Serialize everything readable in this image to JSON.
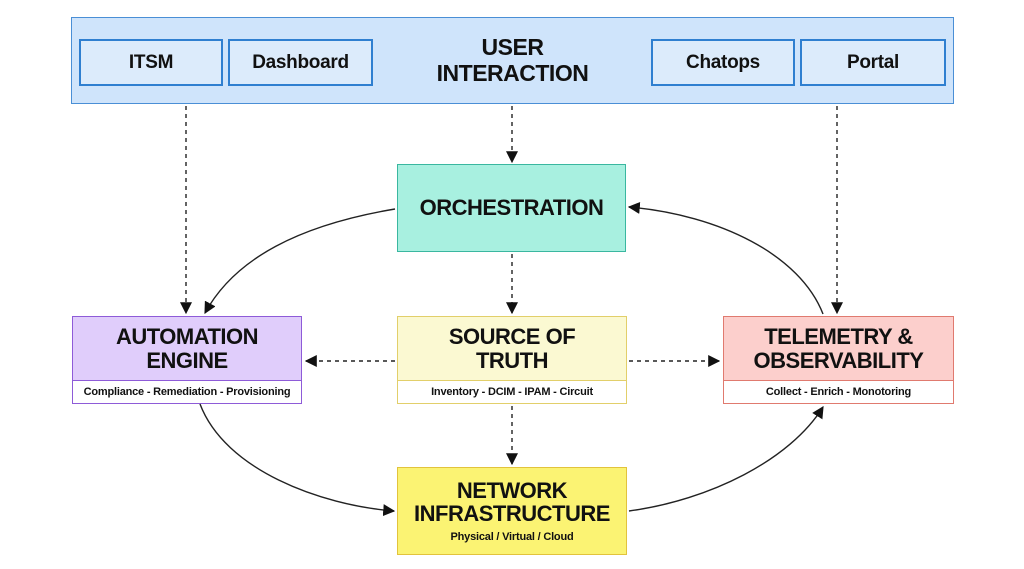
{
  "user_interaction": {
    "title": "USER\nINTERACTION",
    "items": [
      "ITSM",
      "Dashboard",
      "Chatops",
      "Portal"
    ]
  },
  "orchestration": {
    "title": "ORCHESTRATION"
  },
  "automation_engine": {
    "title": "AUTOMATION\nENGINE",
    "subtitle": "Compliance - Remediation - Provisioning"
  },
  "source_of_truth": {
    "title": "SOURCE OF\nTRUTH",
    "subtitle": "Inventory - DCIM - IPAM - Circuit"
  },
  "telemetry": {
    "title": "TELEMETRY &\nOBSERVABILITY",
    "subtitle": "Collect - Enrich - Monotoring"
  },
  "network_infrastructure": {
    "title": "NETWORK\nINFRASTRUCTURE",
    "subtitle": "Physical / Virtual / Cloud"
  },
  "colors": {
    "user_interaction": "#cfe4fb",
    "orchestration": "#a8f0e0",
    "automation_engine": "#e0cdfb",
    "source_of_truth": "#fbf9d2",
    "telemetry": "#fccfcc",
    "network_infrastructure": "#fbf373"
  }
}
